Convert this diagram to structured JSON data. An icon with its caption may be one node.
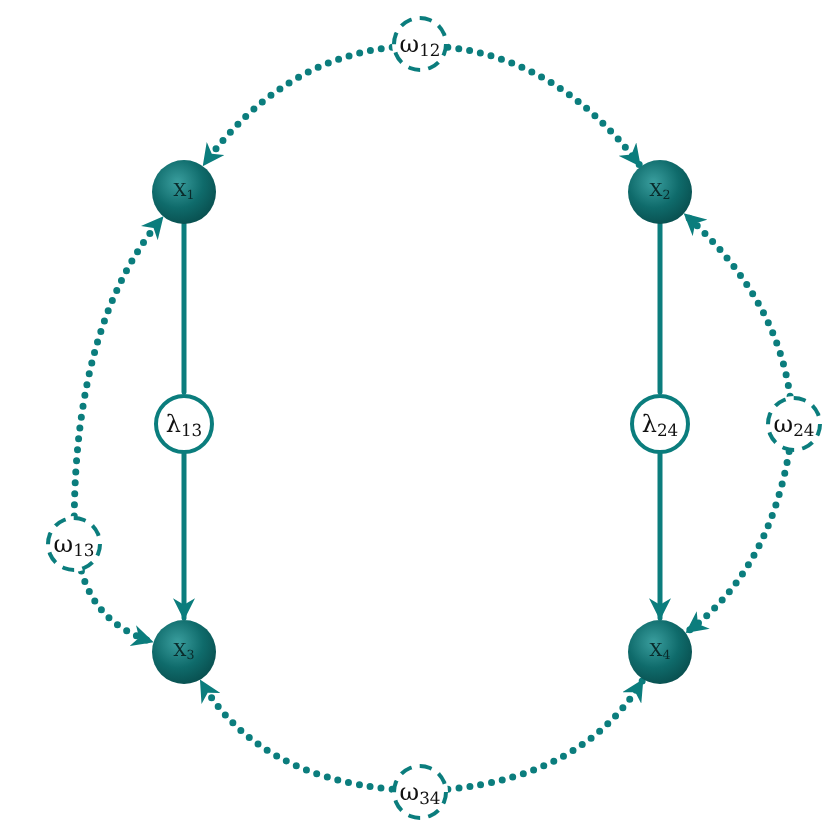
{
  "diagram": {
    "nodes": [
      {
        "text": [
          "X$_{1}$"
        ]
      },
      {
        "text": [
          "X$_{2}$"
        ]
      },
      {
        "text": [
          "λ$_{13}$"
        ]
      },
      {
        "text": [
          "λ$_{24}$"
        ]
      },
      {
        "text": [
          "X$_{3}$"
        ]
      },
      {
        "text": [
          "X$_{4}$"
        ]
      },
      {
        "text": [
          "ω$_{12}$"
        ]
      },
      {
        "text": [
          "ω$_{13}$"
        ]
      },
      {
        "text": [
          "ω$_{24}$"
        ]
      },
      {
        "text": [
          "ω$_{34}$"
        ]
      }
    ],
    "edges": [
      {
        "from": 0,
        "to": 2,
        "arrow": "none"
      },
      {
        "from": 2,
        "to": 4,
        "arrow": "to"
      },
      {
        "from": 1,
        "to": 3,
        "arrow": "none"
      },
      {
        "from": 3,
        "to": 5,
        "arrow": "to"
      },
      {
        "from": 6,
        "to": 0,
        "arrow": "to",
        "style": "dashed"
      },
      {
        "from": 6,
        "to": 1,
        "arrow": "to",
        "style": "dashed"
      },
      {
        "from": 7,
        "to": 0,
        "arrow": "to",
        "style": "dashed"
      },
      {
        "from": 7,
        "to": 4,
        "arrow": "to",
        "style": "dashed"
      },
      {
        "from": 8,
        "to": 1,
        "arrow": "to",
        "style": "dashed"
      },
      {
        "from": 8,
        "to": 5,
        "arrow": "to",
        "style": "dashed"
      },
      {
        "from": 9,
        "to": 4,
        "arrow": "to",
        "style": "dashed"
      },
      {
        "from": 9,
        "to": 5,
        "arrow": "to",
        "style": "dashed"
      }
    ]
  }
}
